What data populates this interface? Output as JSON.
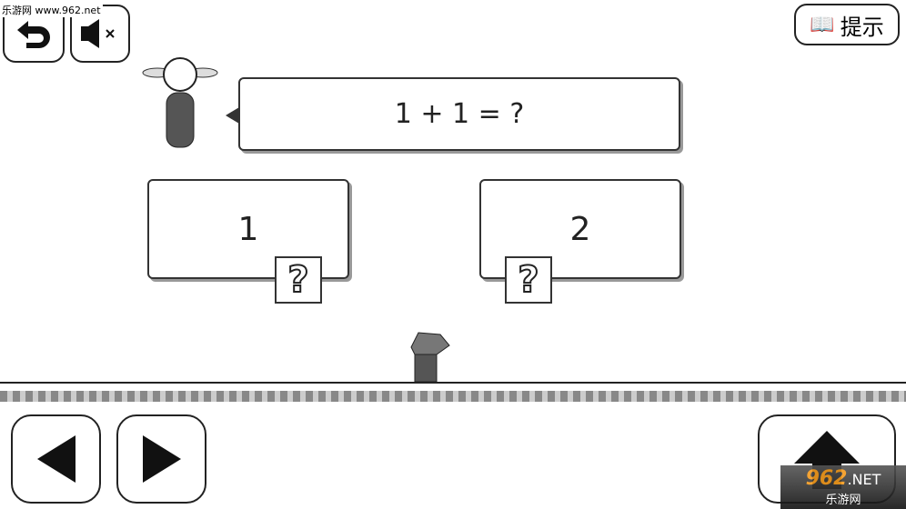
{
  "watermark_top": "乐游网 www.962.net",
  "hint_label": "提示",
  "question": "1 + 1 = ?",
  "answers": [
    "1",
    "2"
  ],
  "question_mark": "?",
  "watermark_bottom": {
    "brand": "962",
    "suffix": ".NET",
    "sub": "乐游网"
  }
}
